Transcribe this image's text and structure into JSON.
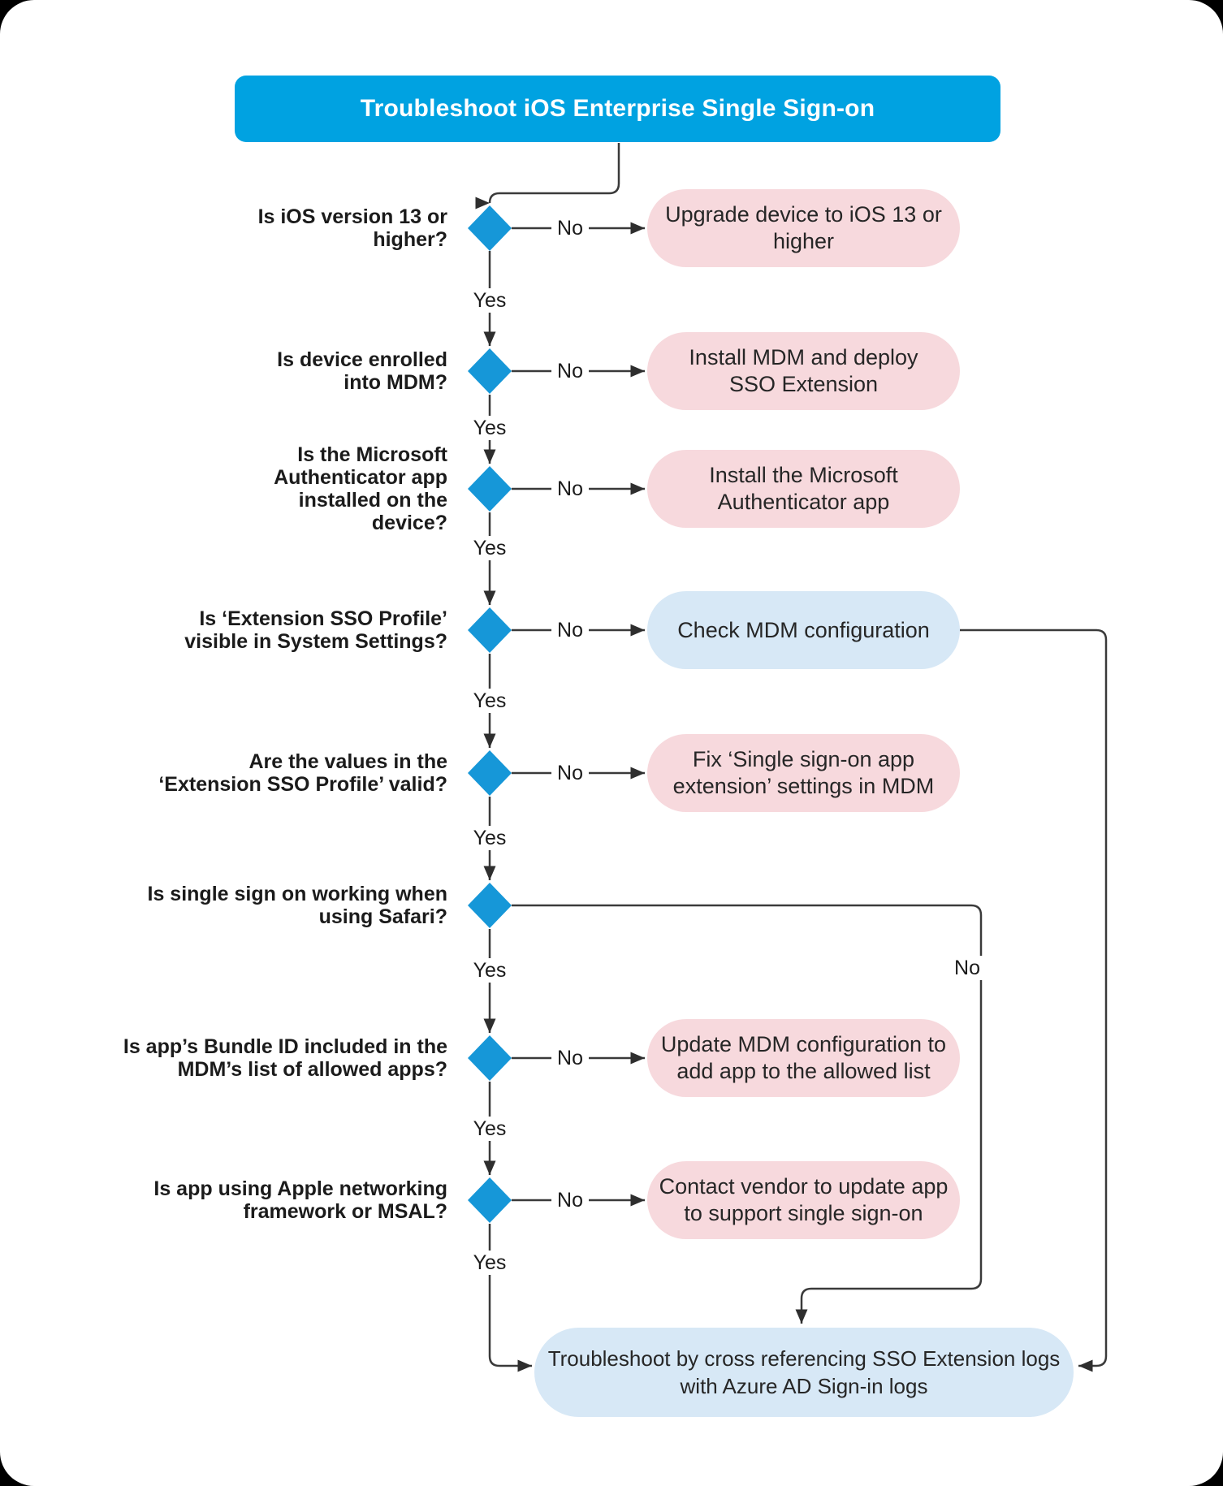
{
  "title": {
    "text": "Troubleshoot iOS Enterprise Single Sign-on"
  },
  "labels": {
    "yes": "Yes",
    "no": "No"
  },
  "colors": {
    "title_bg": "#00A2E1",
    "diamond_blue": "#1697D8",
    "result_pink": "#F7D9DD",
    "result_light_blue": "#D7E8F6",
    "connector_line": "#3A3A3A",
    "title_text": "#FFFFFF",
    "body_text": "#262626"
  },
  "nodes": [
    {
      "question": "Is iOS version 13 or\nhigher?",
      "no_result": "Upgrade device to iOS 13 or\nhigher",
      "result_color": "pink"
    },
    {
      "question": "Is device enrolled\ninto MDM?",
      "no_result": "Install MDM and deploy\nSSO Extension",
      "result_color": "pink"
    },
    {
      "question": "Is the Microsoft\nAuthenticator app\ninstalled on the\ndevice?",
      "no_result": "Install the Microsoft\nAuthenticator app",
      "result_color": "pink"
    },
    {
      "question": "Is ‘Extension SSO Profile’\nvisible in System Settings?",
      "no_result": "Check MDM configuration",
      "result_color": "blue"
    },
    {
      "question": "Are the values in the\n‘Extension SSO Profile’ valid?",
      "no_result": "Fix ‘Single sign-on app\nextension’ settings in MDM",
      "result_color": "pink"
    },
    {
      "question": "Is single sign on working when\nusing Safari?",
      "no_result": "",
      "result_color": "none"
    },
    {
      "question": "Is app’s Bundle ID included in the\nMDM’s list of allowed apps?",
      "no_result": "Update MDM configuration to\nadd app to the allowed list",
      "result_color": "pink"
    },
    {
      "question": "Is app using Apple networking\nframework or MSAL?",
      "no_result": "Contact vendor to update app\nto support single sign-on",
      "result_color": "pink"
    }
  ],
  "final": {
    "text": "Troubleshoot by cross referencing SSO Extension logs\nwith Azure AD Sign-in logs"
  }
}
